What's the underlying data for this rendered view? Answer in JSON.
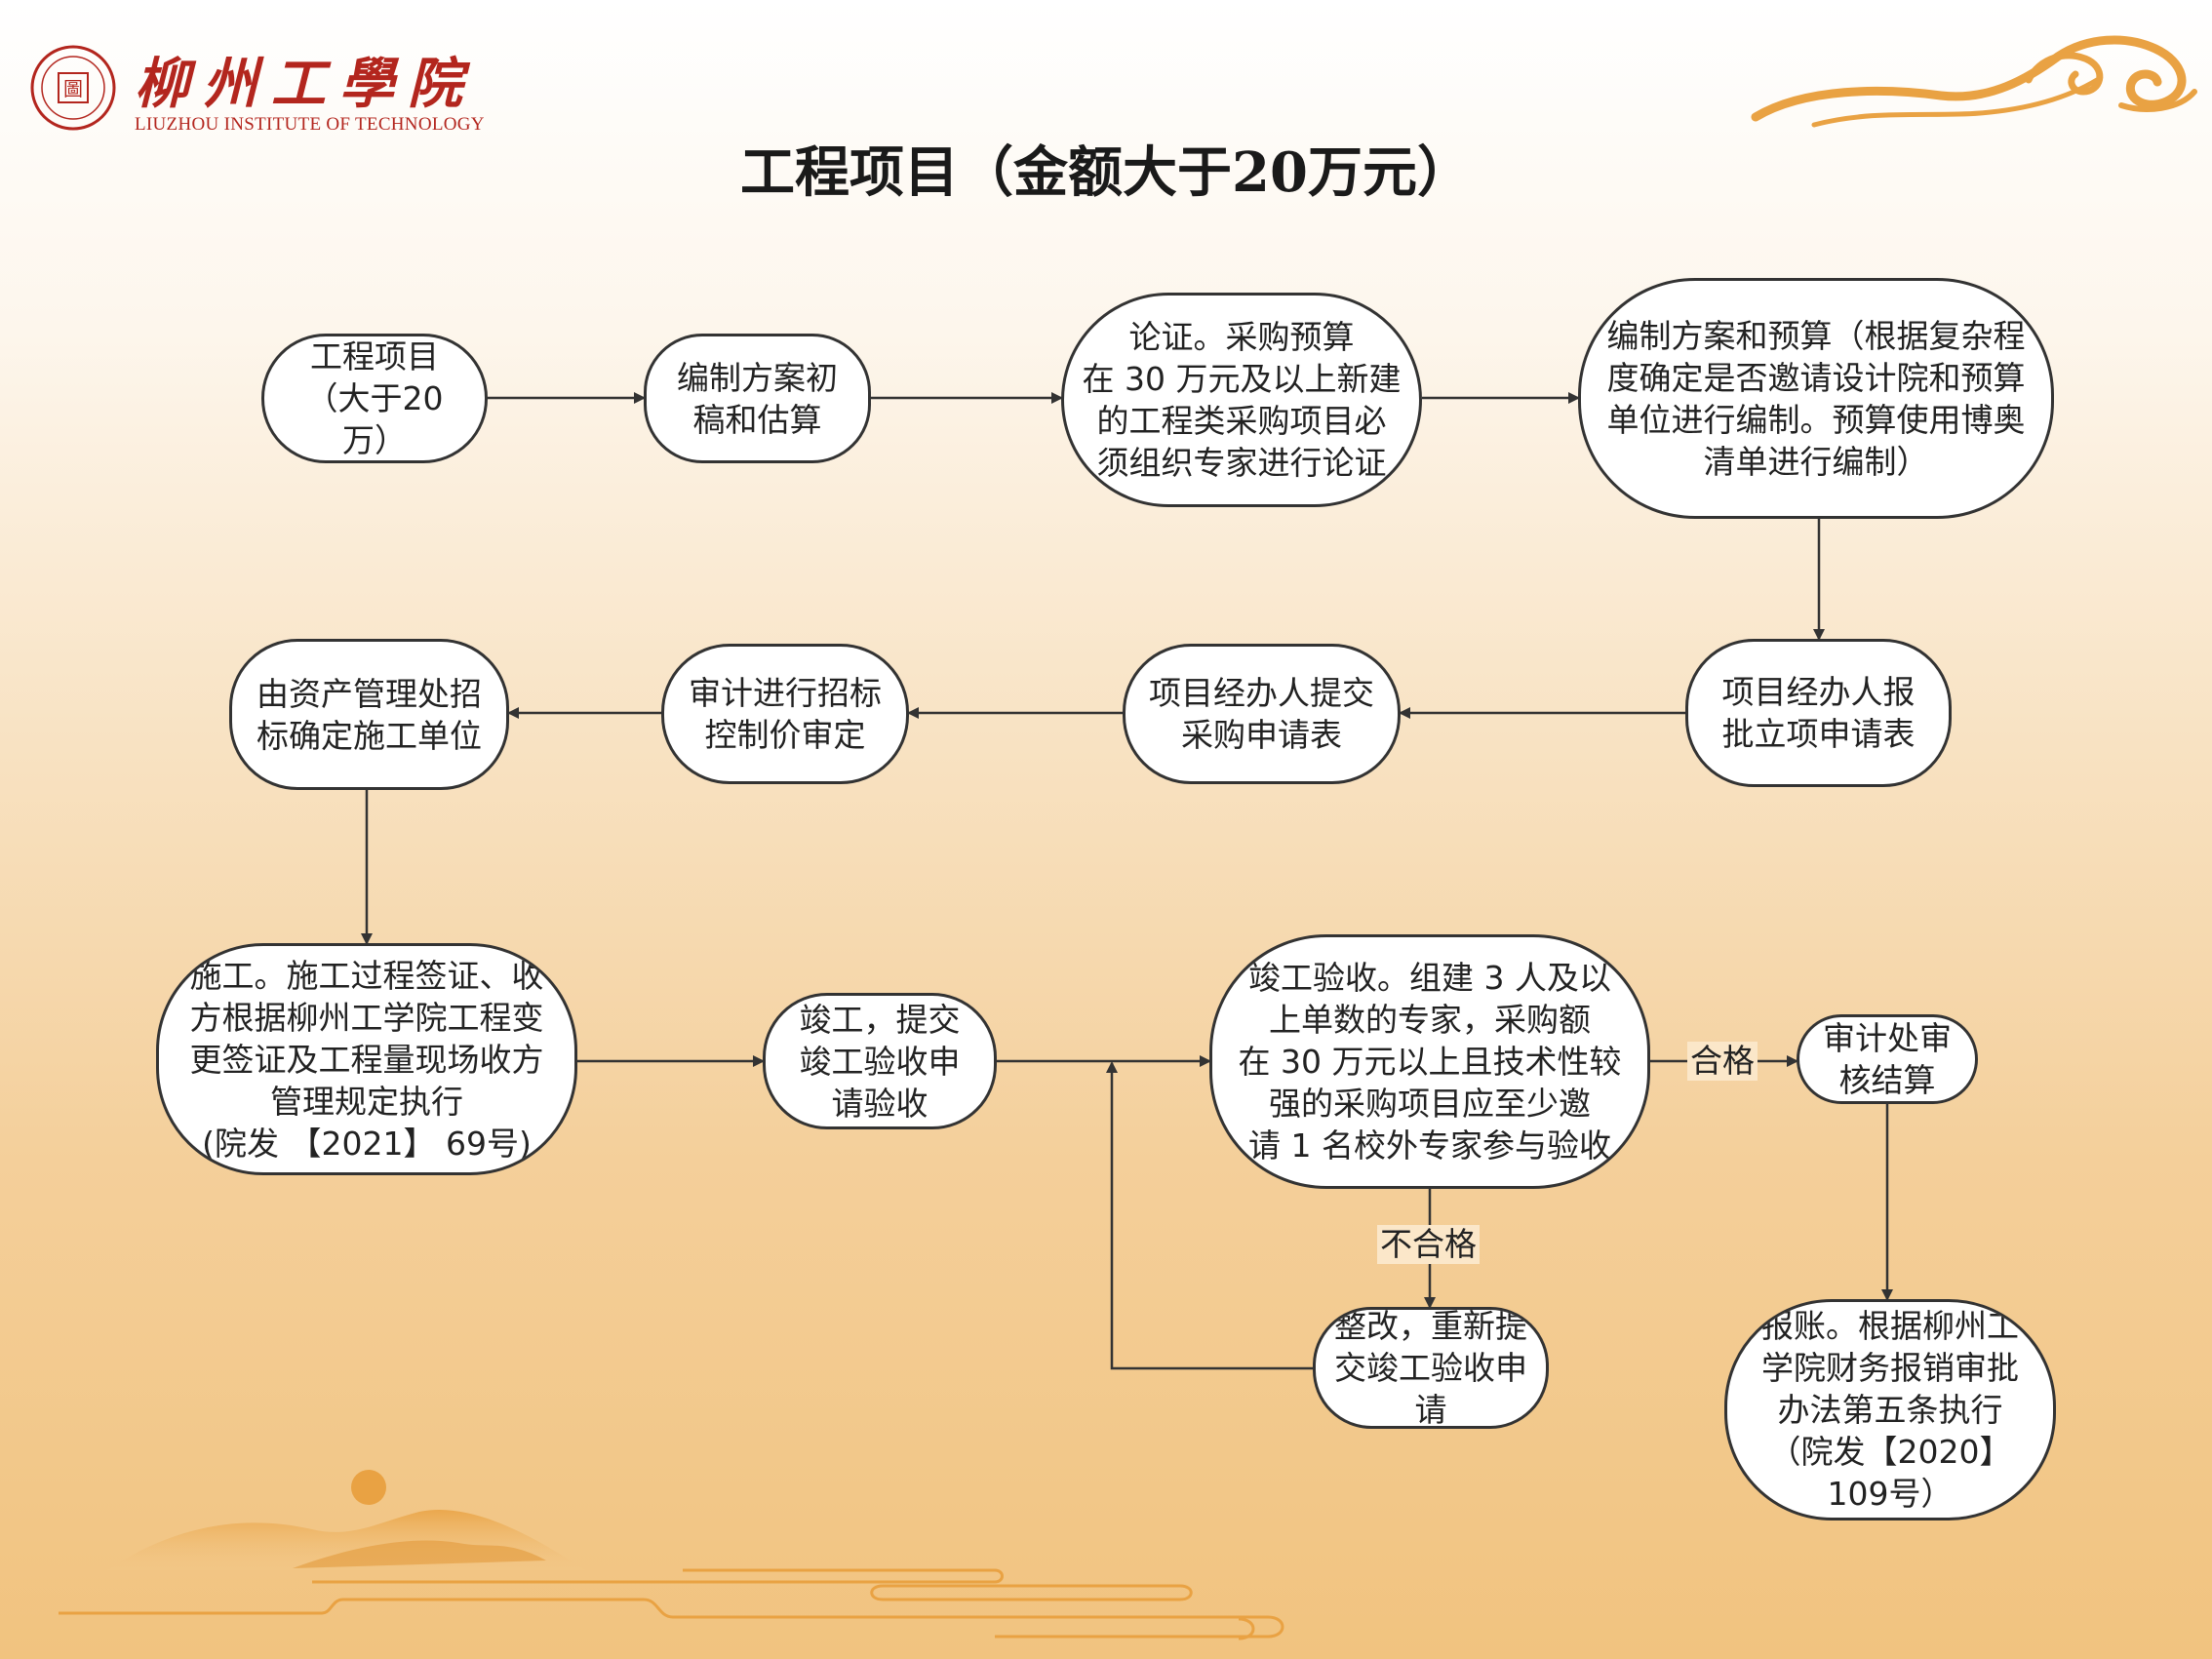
{
  "header": {
    "logo_name": "柳州工學院",
    "logo_en": "LIUZHOU INSTITUTE OF TECHNOLOGY",
    "seal_center": "圖"
  },
  "title": "工程项目（金额大于20万元）",
  "colors": {
    "brand_red": "#b3261e",
    "node_border": "#333333",
    "node_fill": "#ffffff",
    "decor_orange": "#e9a243"
  },
  "nodes": {
    "n1": "工程项目\n（大于20\n万）",
    "n2": "编制方案初\n稿和估算",
    "n3": "论证。采购预算\n在 30 万元及以上新建\n的工程类采购项目必\n须组织专家进行论证",
    "n4": "编制方案和预算（根据复杂程\n度确定是否邀请设计院和预算\n单位进行编制。预算使用博奥\n清单进行编制）",
    "n5": "项目经办人报\n批立项申请表",
    "n6": "项目经办人提交\n采购申请表",
    "n7": "审计进行招标\n控制价审定",
    "n8": "由资产管理处招\n标确定施工单位",
    "n9": "施工。施工过程签证、收\n方根据柳州工学院工程变\n更签证及工程量现场收方\n管理规定执行\n(院发 【2021】 69号)",
    "n10": "竣工，提交\n竣工验收申\n请验收",
    "n11": "竣工验收。组建 3 人及以\n上单数的专家，采购额\n在 30 万元以上且技术性较\n强的采购项目应至少邀\n请 1 名校外专家参与验收",
    "n12": "审计处审\n核结算",
    "n13": "整改，重新提\n交竣工验收申\n请",
    "n14": "报账。根据柳州工\n学院财务报销审批\n办法第五条执行\n（院发【2020】\n109号）"
  },
  "edge_labels": {
    "pass": "合格",
    "fail": "不合格"
  }
}
